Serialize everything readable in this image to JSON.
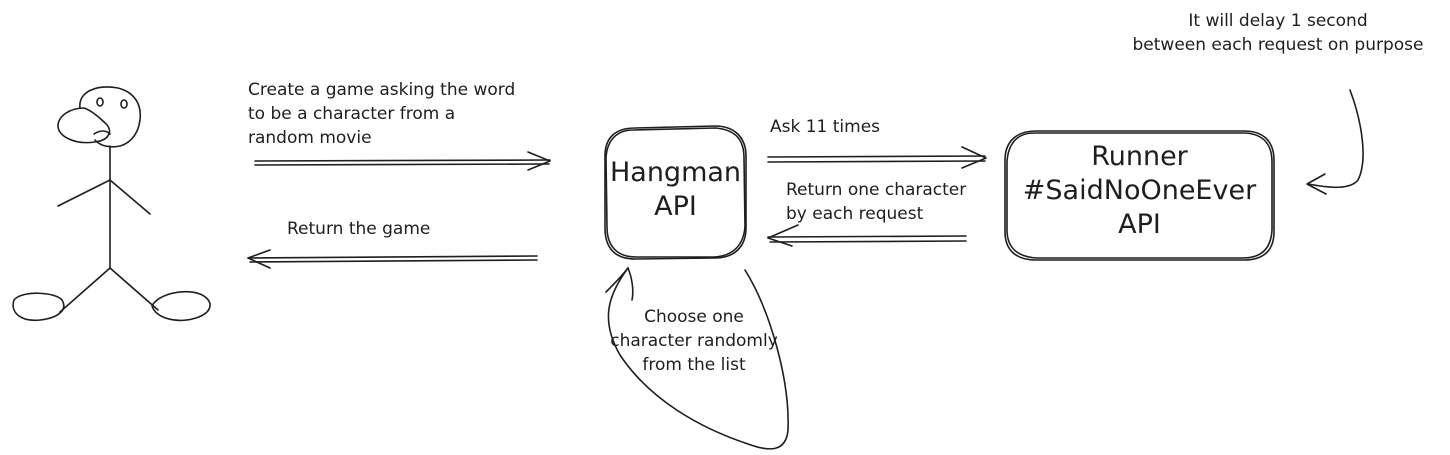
{
  "actors": {
    "user": {
      "icon": "stick-figure-user-icon"
    }
  },
  "nodes": {
    "hangman": {
      "lines": [
        "Hangman",
        "API"
      ]
    },
    "runner": {
      "lines": [
        "Runner",
        "#SaidNoOneEver",
        "API"
      ]
    }
  },
  "notes": {
    "create_game": [
      "Create a game asking the word",
      "to be a character from a",
      "random movie"
    ],
    "return_game": [
      "Return the game"
    ],
    "ask": [
      "Ask 11 times"
    ],
    "return_char": [
      "Return one character",
      "by each request"
    ],
    "choose": [
      "Choose one",
      "character randomly",
      "from the list"
    ],
    "delay": [
      "It will delay 1 second",
      "between each request on purpose"
    ]
  }
}
